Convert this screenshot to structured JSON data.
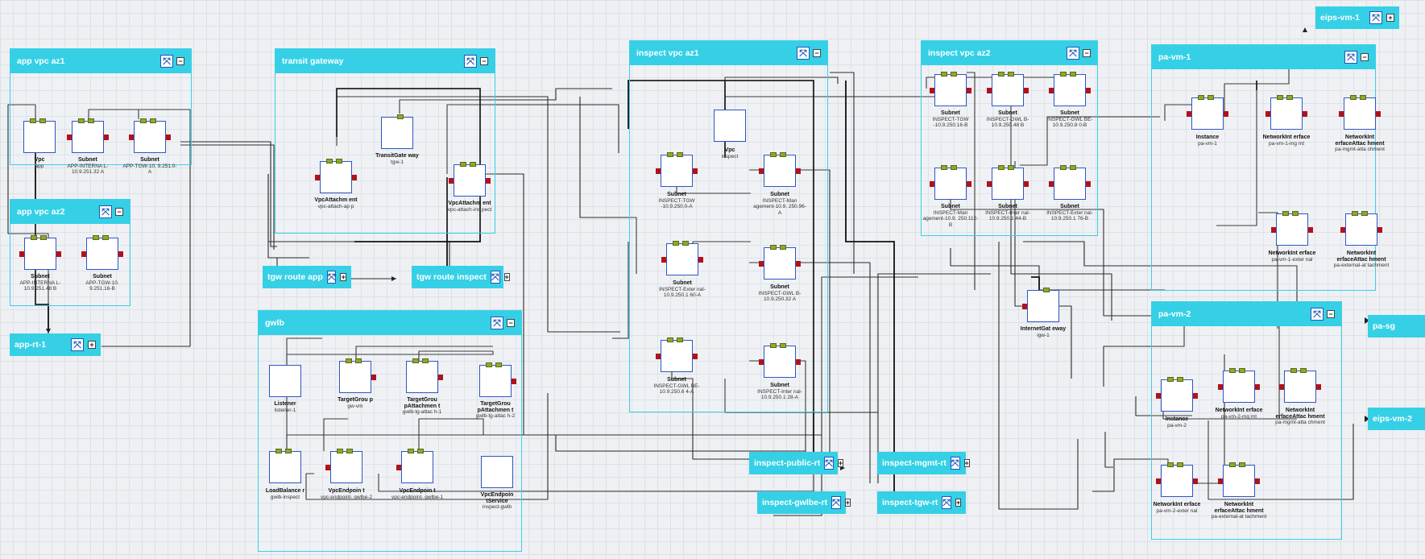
{
  "groups": {
    "app_vpc_az1": {
      "title": "app vpc az1"
    },
    "app_vpc_az2": {
      "title": "app vpc az2"
    },
    "transit_gateway": {
      "title": "transit gateway"
    },
    "gwlb": {
      "title": "gwlb"
    },
    "inspect_vpc_az1": {
      "title": "inspect vpc az1"
    },
    "inspect_vpc_az2": {
      "title": "inspect vpc az2"
    },
    "pa_vm_1": {
      "title": "pa-vm-1"
    },
    "pa_vm_2": {
      "title": "pa-vm-2"
    }
  },
  "route_tables": {
    "app_rt_1": "app-rt-1",
    "tgw_route_app": "tgw route app",
    "tgw_route_inspect": "tgw route inspect",
    "inspect_public_rt": "inspect-public-rt",
    "inspect_gwlbe_rt": "inspect-gwlbe-rt",
    "inspect_mgmt_rt": "inspect-mgmt-rt",
    "inspect_tgw_rt": "inspect-tgw-rt",
    "eips_vm_1": "eips-vm-1",
    "eips_vm_2": "eips-vm-2",
    "pa_sg": "pa-sg"
  },
  "controls": {
    "expand_symbol": "⤧",
    "collapse_symbol": "−",
    "add_symbol": "+"
  },
  "nodes": {
    "app_vpc": {
      "type": "Vpc",
      "name": "app"
    },
    "app_sub_int_a": {
      "type": "Subnet",
      "name": "APP-INTERNA L-10.9.251.32 A"
    },
    "app_sub_tgw_a": {
      "type": "Subnet",
      "name": "APP-TGW-10. 9.251.0-A"
    },
    "app_sub_int_b": {
      "type": "Subnet",
      "name": "APP-INTERNA L-10.9.251.48 B"
    },
    "app_sub_tgw_b": {
      "type": "Subnet",
      "name": "APP-TGW-10. 9.251.16-B"
    },
    "tgw": {
      "type": "TransitGate way",
      "name": "tgw-1"
    },
    "vpc_attach_app": {
      "type": "VpcAttachm ent",
      "name": "vpc-attach-ap p"
    },
    "vpc_attach_inspect": {
      "type": "VpcAttachm ent",
      "name": "vpc-attach-ins pect"
    },
    "listener": {
      "type": "Listener",
      "name": "listener-1"
    },
    "target_group": {
      "type": "TargetGrou p",
      "name": "gw-vm"
    },
    "tg_attach_1": {
      "type": "TargetGrou pAttachmen t",
      "name": "gwlb-tg-attac h-1"
    },
    "tg_attach_2": {
      "type": "TargetGrou pAttachmen t",
      "name": "gwlb-tg-attac h-2"
    },
    "load_balancer": {
      "type": "LoadBalance r",
      "name": "gwlb-inspect"
    },
    "vpce_2": {
      "type": "VpcEndpoin t",
      "name": "vpc-endpoint- gwlbe-2"
    },
    "vpce_1": {
      "type": "VpcEndpoin t",
      "name": "vpc-endpoint- gwlbe-1"
    },
    "vpce_service": {
      "type": "VpcEndpoin tService",
      "name": "inspect-gwlb"
    },
    "inspect_vpc": {
      "type": "Vpc",
      "name": "inspect"
    },
    "insp_sub_tgw_a": {
      "type": "Subnet",
      "name": "INSPECT-TGW -10.9.250.0-A"
    },
    "insp_sub_mgmt_a": {
      "type": "Subnet",
      "name": "INSPECT-Man agement-10.9. 250.96-A"
    },
    "insp_sub_ext_a": {
      "type": "Subnet",
      "name": "INSPECT-Exter nal-10.9.250.1 60-A"
    },
    "insp_sub_gwlb_a": {
      "type": "Subnet",
      "name": "INSPECT-GWL B-10.9.250.32 A"
    },
    "insp_sub_gwlbe_a": {
      "type": "Subnet",
      "name": "INSPECT-GWL BE-10.9.250.6 4-A"
    },
    "insp_sub_int_a": {
      "type": "Subnet",
      "name": "INSPECT-Inter nal-10.9.250.1 28-A"
    },
    "insp_sub_tgw_b": {
      "type": "Subnet",
      "name": "INSPECT-TGW -10.9.250.16-B"
    },
    "insp_sub_gwlb_b": {
      "type": "Subnet",
      "name": "INSPECT-GWL B-10.9.250.48 B"
    },
    "insp_sub_gwlbe_b": {
      "type": "Subnet",
      "name": "INSPECT-GWL BE-10.9.250.8 0-B"
    },
    "insp_sub_mgmt_b": {
      "type": "Subnet",
      "name": "INSPECT-Man agement-10.9. 250.112-B"
    },
    "insp_sub_int_b": {
      "type": "Subnet",
      "name": "INSPECT-Inter nal-10.9.250.1 44-B"
    },
    "insp_sub_ext_b": {
      "type": "Subnet",
      "name": "INSPECT-Exter nal-10.9.250.1 76-B"
    },
    "igw": {
      "type": "InternetGat eway",
      "name": "igw-1"
    },
    "vm1_instance": {
      "type": "Instance",
      "name": "pa-vm-1"
    },
    "vm1_eni_mgmt": {
      "type": "NetworkInt erface",
      "name": "pa-vm-1-mg mt"
    },
    "vm1_attach_mgmt": {
      "type": "NetworkInt erfaceAttac hment",
      "name": "pa-mgmt-atta chment"
    },
    "vm1_eni_ext": {
      "type": "NetworkInt erface",
      "name": "pa-vm-1-exter nal"
    },
    "vm1_attach_ext": {
      "type": "NetworkInt erfaceAttac hment",
      "name": "pa-external-at tachment"
    },
    "vm2_instance": {
      "type": "Instance",
      "name": "pa-vm-2"
    },
    "vm2_eni_mgmt": {
      "type": "NetworkInt erface",
      "name": "pa-vm-2-mg mt"
    },
    "vm2_attach_mgmt": {
      "type": "NetworkInt erfaceAttac hment",
      "name": "pa-mgmt-atta chment"
    },
    "vm2_eni_ext": {
      "type": "NetworkInt erface",
      "name": "pa-vm-2-exter nal"
    },
    "vm2_attach_ext": {
      "type": "NetworkInt erfaceAttac hment",
      "name": "pa-external-at tachment"
    }
  }
}
